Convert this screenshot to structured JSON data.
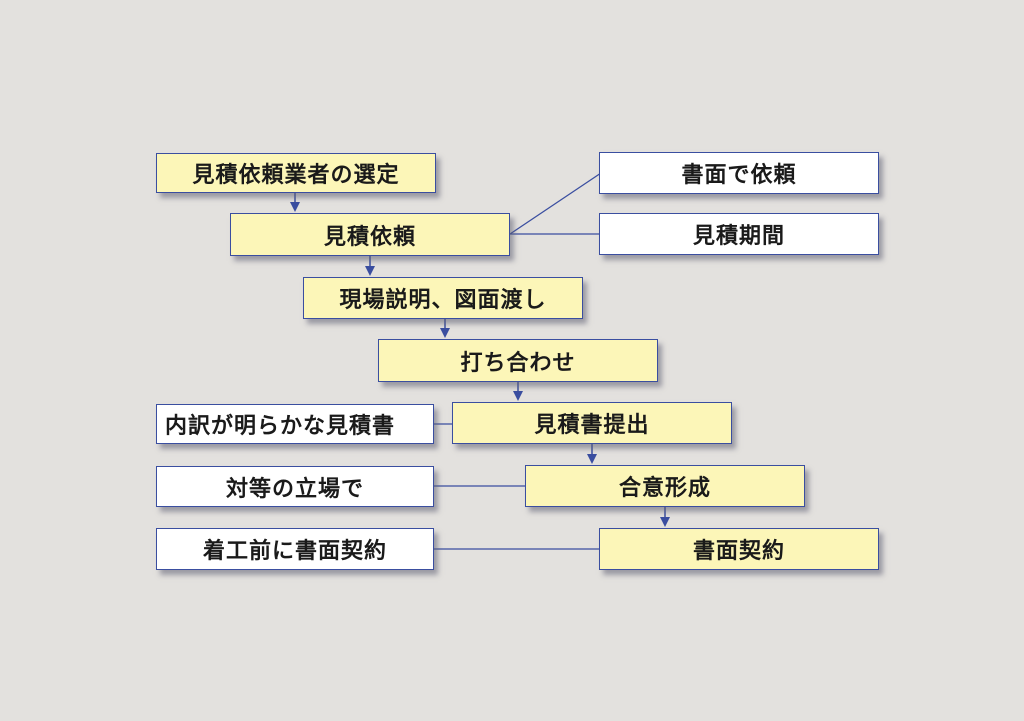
{
  "steps": [
    "見積依頼業者の選定",
    "見積依頼",
    "現場説明、図面渡し",
    "打ち合わせ",
    "見積書提出",
    "合意形成",
    "書面契約"
  ],
  "notes": {
    "written_request": "書面で依頼",
    "estimate_period": "見積期間",
    "clear_breakdown": "内訳が明らかな見積書",
    "equal_footing": "対等の立場で",
    "written_contract_before_start": "着工前に書面契約"
  },
  "colors": {
    "background": "#e3e1de",
    "step_fill": "#fcf6b8",
    "note_fill": "#ffffff",
    "border": "#3a4ea0",
    "connector": "#3a4ea0"
  }
}
